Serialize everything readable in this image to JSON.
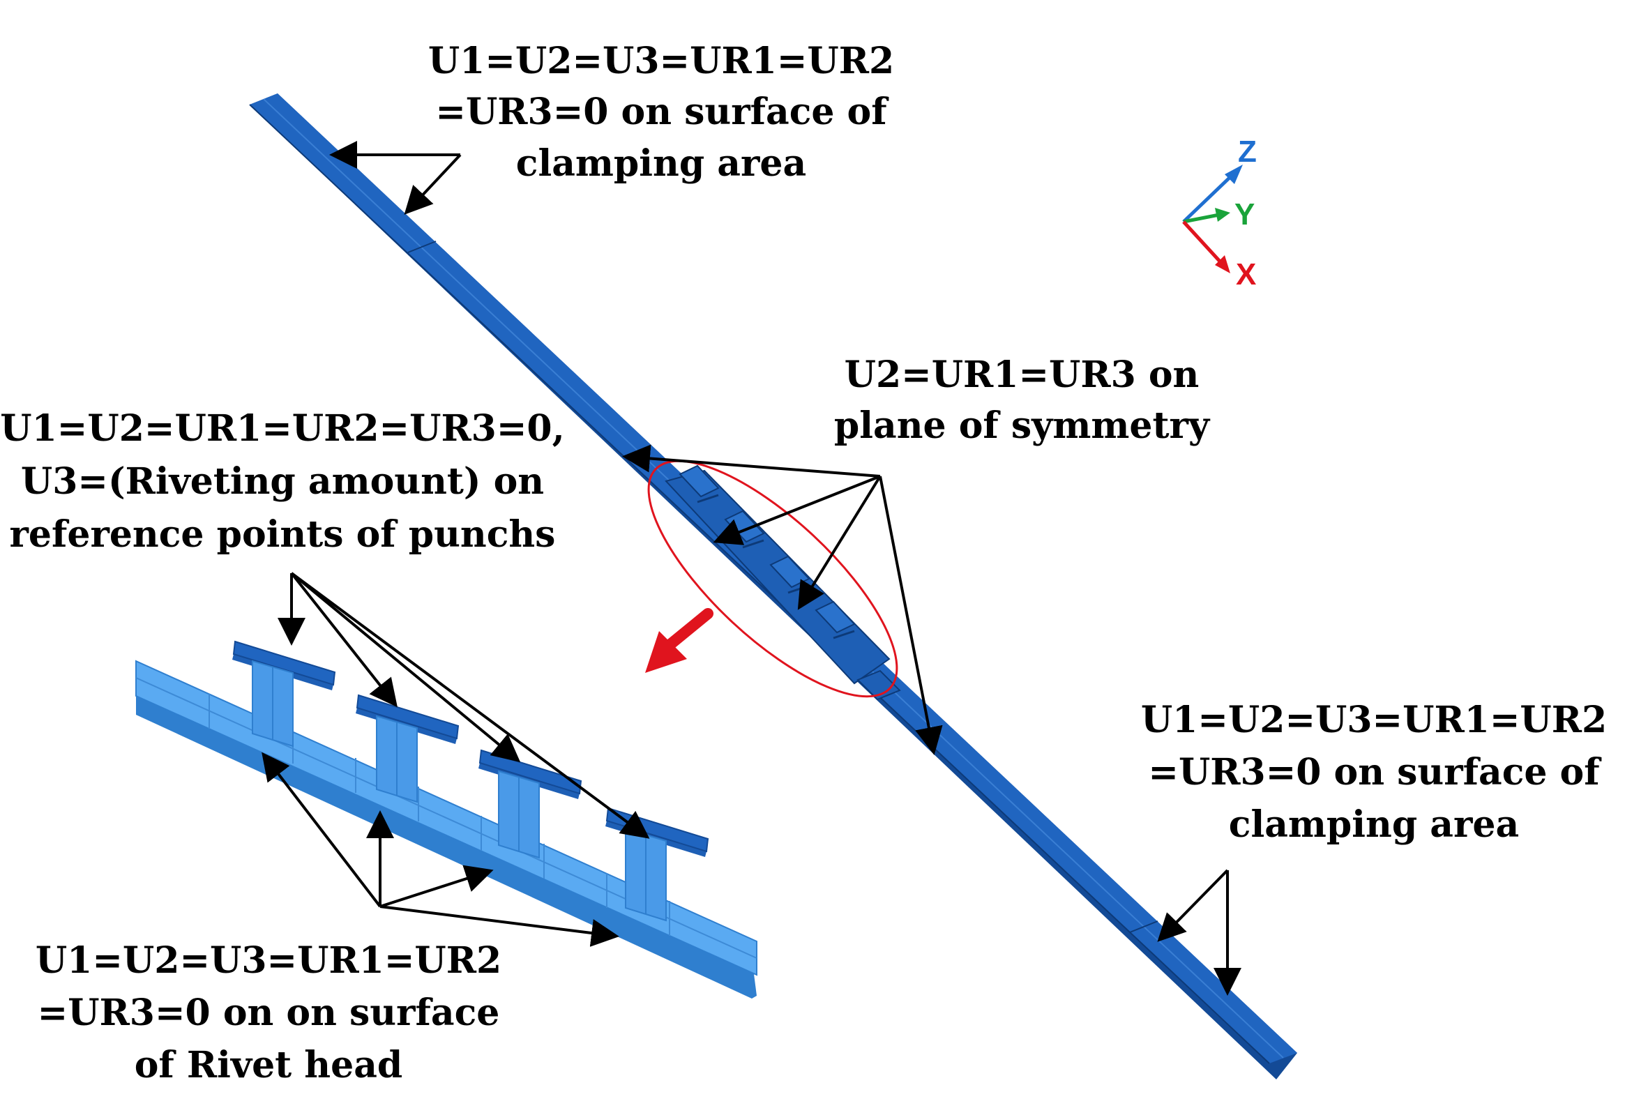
{
  "labels": {
    "clamp_top": [
      "U1=U2=U3=UR1=UR2",
      "=UR3=0 on surface of",
      "clamping area"
    ],
    "symmetry": [
      "U2=UR1=UR3 on",
      "plane of symmetry"
    ],
    "punch": [
      "U1=U2=UR1=UR2=UR3=0,",
      "U3=(Riveting amount) on",
      "reference points of punchs"
    ],
    "clamp_right": [
      "U1=U2=U3=UR1=UR2",
      "=UR3=0 on surface  of",
      "clamping area"
    ],
    "rivet_head": [
      "U1=U2=U3=UR1=UR2",
      "=UR3=0 on on surface",
      "of Rivet head"
    ]
  },
  "axes": {
    "z": "Z",
    "y": "Y",
    "x": "X"
  },
  "colors": {
    "beam": "#2065c0",
    "beam_dark": "#134a96",
    "beam_light": "#5aaaf2",
    "beam_light_dark": "#2f7fcf",
    "highlight_ellipse": "#e0141e",
    "load_arrow": "#e0141e",
    "axis_z": "#1f6fd0",
    "axis_y": "#1aa33a",
    "axis_x": "#e0141e"
  }
}
